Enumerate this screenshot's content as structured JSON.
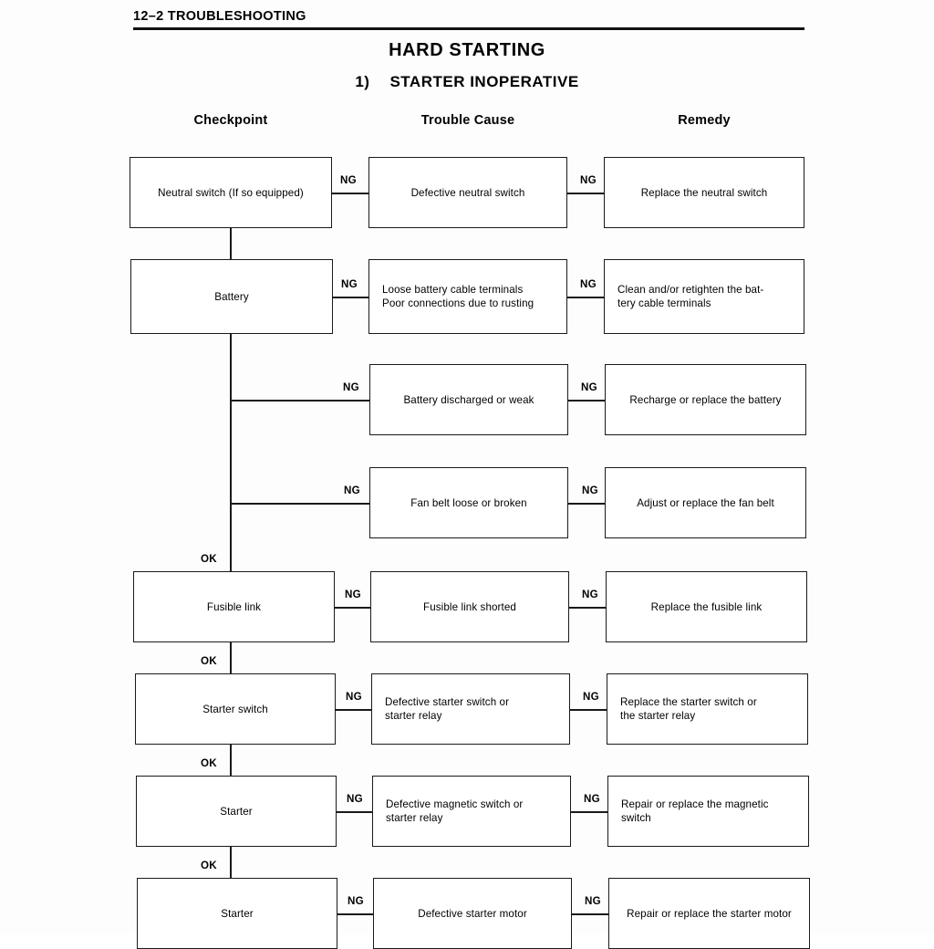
{
  "page": {
    "header": "12–2  TROUBLESHOOTING",
    "doc_title": "HARD STARTING",
    "section_number": "1)",
    "section_title": "STARTER INOPERATIVE",
    "ink_color": "#1a1a1a",
    "paper_color": "#fdfdfd"
  },
  "columns": {
    "checkpoint": "Checkpoint",
    "trouble_cause": "Trouble Cause",
    "remedy": "Remedy"
  },
  "labels": {
    "ng": "NG",
    "ok": "OK"
  },
  "chart_data": {
    "type": "diagram",
    "title": "HARD STARTING — 1) STARTER INOPERATIVE",
    "columns": [
      "Checkpoint",
      "Trouble Cause",
      "Remedy"
    ],
    "edge_labels": {
      "fail": "NG",
      "pass": "OK"
    },
    "rows": [
      {
        "checkpoint": "Neutral switch (If so equipped)",
        "trouble_cause": "Defective neutral switch",
        "remedy": "Replace the neutral switch",
        "ng_to_cause": "NG",
        "ng_to_remedy": "NG",
        "ok_label": null,
        "has_checkpoint_box": true
      },
      {
        "checkpoint": "Battery",
        "trouble_cause": "Loose battery cable terminals\nPoor connections due to rusting",
        "remedy": "Clean and/or retighten the bat-\ntery cable terminals",
        "ng_to_cause": "NG",
        "ng_to_remedy": "NG",
        "ok_label": null,
        "has_checkpoint_box": true
      },
      {
        "checkpoint": null,
        "trouble_cause": "Battery discharged or weak",
        "remedy": "Recharge or replace the battery",
        "ng_to_cause": "NG",
        "ng_to_remedy": "NG",
        "ok_label": null,
        "has_checkpoint_box": false
      },
      {
        "checkpoint": null,
        "trouble_cause": "Fan belt loose or broken",
        "remedy": "Adjust or replace the fan belt",
        "ng_to_cause": "NG",
        "ng_to_remedy": "NG",
        "ok_label": null,
        "has_checkpoint_box": false
      },
      {
        "checkpoint": "Fusible link",
        "trouble_cause": "Fusible link shorted",
        "remedy": "Replace the fusible link",
        "ng_to_cause": "NG",
        "ng_to_remedy": "NG",
        "ok_label": "OK",
        "has_checkpoint_box": true
      },
      {
        "checkpoint": "Starter switch",
        "trouble_cause": "Defective starter switch or\nstarter relay",
        "remedy": "Replace the starter switch or\nthe starter relay",
        "ng_to_cause": "NG",
        "ng_to_remedy": "NG",
        "ok_label": "OK",
        "has_checkpoint_box": true
      },
      {
        "checkpoint": "Starter",
        "trouble_cause": "Defective magnetic switch or\nstarter relay",
        "remedy": "Repair or replace the magnetic\nswitch",
        "ng_to_cause": "NG",
        "ng_to_remedy": "NG",
        "ok_label": "OK",
        "has_checkpoint_box": true
      },
      {
        "checkpoint": "Starter",
        "trouble_cause": "Defective starter motor",
        "remedy": "Repair or replace the starter motor",
        "ng_to_cause": "NG",
        "ng_to_remedy": "NG",
        "ok_label": "OK",
        "has_checkpoint_box": true,
        "clipped_at_page_bottom": true
      }
    ]
  }
}
